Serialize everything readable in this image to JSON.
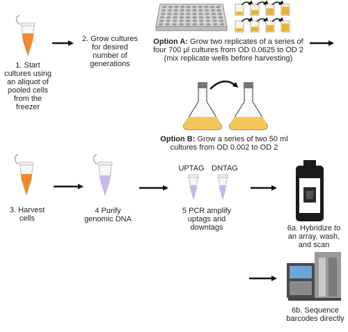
{
  "steps": {
    "s1": "1. Start cultures using an aliquot of pooled cells from the freezer",
    "s2": "2. Grow cultures for desired number of generations",
    "s3": "3. Harvest cells",
    "s4": "4   Purify genomic DNA",
    "s5": "5   PCR amplify uptags and downtags",
    "s6a": "6a. Hybridize to an array, wash, and scan",
    "s6b": "6b. Sequence barcodes directly"
  },
  "option_a": {
    "label": "Option A:",
    "text": " Grow two replicates of a series of four 700 µl cultures from OD 0.0625 to OD 2 (mix replicate wells before harvesting)"
  },
  "option_b": {
    "label": "Option B:",
    "text": " Grow a series of two 50 ml cultures from OD 0.002 to OD 2"
  },
  "tags": {
    "uptag": "UPTAG",
    "dntag": "DNTAG"
  },
  "colors": {
    "culture": "#f08a2c",
    "dna": "#c9b8e8",
    "flask_medium": "#f6c65a",
    "arrow": "#111111"
  }
}
